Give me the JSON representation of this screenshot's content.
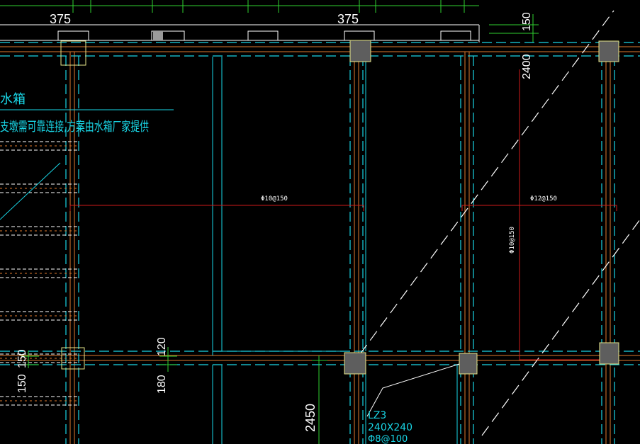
{
  "colors": {
    "background": "#000000",
    "wall_dashed": "#19d6e6",
    "beam_orange": "#e07a2e",
    "rebar_red": "#d11a1a",
    "column_fill": "#5e5e5e",
    "column_edge": "#e6e68a",
    "dimension_green": "#2fd12f",
    "text_white": "#ffffff"
  },
  "dimensions": {
    "top_left": "375",
    "top_mid": "375",
    "right_vertical_top": "150",
    "right_vertical_2": "2400",
    "left_bottom_1": "150",
    "left_bottom_2": "150",
    "mid_120": "120",
    "mid_180": "180",
    "bottom_2450": "2450"
  },
  "notes": {
    "water_tank_title": "水箱",
    "water_tank_note": "支墩需可靠连接,方案由水箱厂家提供"
  },
  "rebar_labels": {
    "span_left": "Φ10@150",
    "span_right": "Φ12@150",
    "vertical_right": "Φ10@150"
  },
  "column_tag": {
    "name": "LZ3",
    "size": "240X240",
    "rebar": "Φ8@100"
  }
}
